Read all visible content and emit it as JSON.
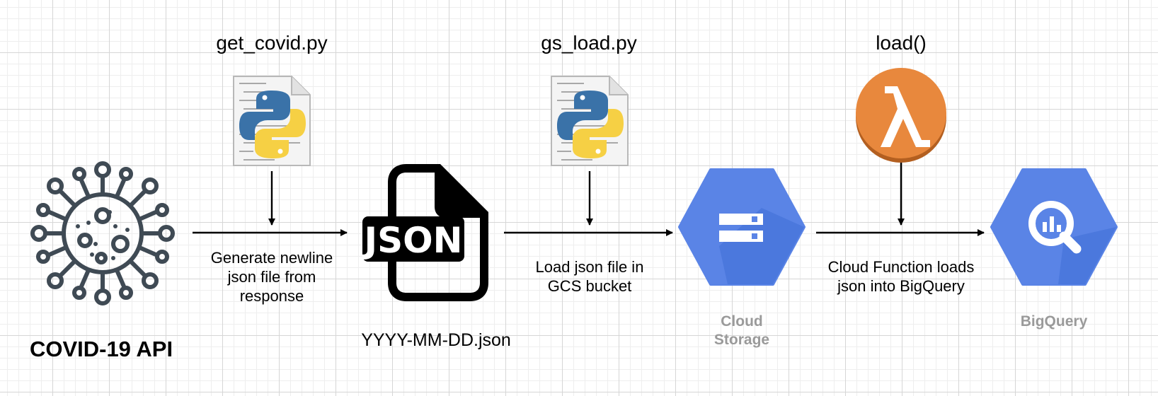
{
  "api": {
    "label": "COVID-19 API",
    "icon": "virus-icon"
  },
  "steps": [
    {
      "script": "get_covid.py",
      "icon": "python-file-icon",
      "desc": [
        "Generate newline",
        "json file from",
        "response"
      ]
    },
    {
      "script": "gs_load.py",
      "icon": "python-file-icon",
      "desc": [
        "Load json file in",
        "GCS bucket"
      ]
    },
    {
      "script": "load()",
      "icon": "lambda-icon",
      "desc": [
        "Cloud Function loads",
        "json into BigQuery"
      ]
    }
  ],
  "json_file": {
    "badge": "JSON",
    "label": "YYYY-MM-DD.json",
    "icon": "json-file-icon"
  },
  "cloud_storage": {
    "label": [
      "Cloud",
      "Storage"
    ],
    "icon": "cloud-storage-icon"
  },
  "bigquery": {
    "label": "BigQuery",
    "icon": "bigquery-icon"
  },
  "colors": {
    "gcp_blue": "#5a84e6",
    "lambda_orange": "#e8883d",
    "label_gray": "#9a9a9a"
  }
}
